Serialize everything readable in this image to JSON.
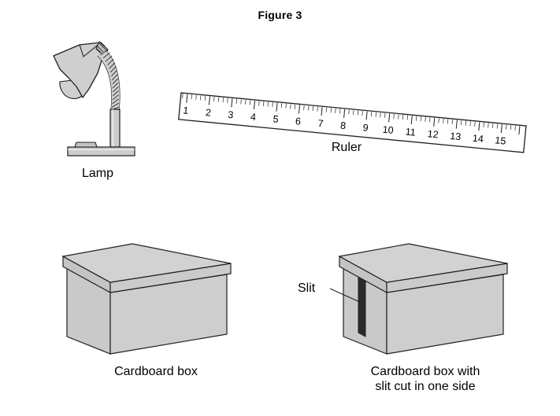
{
  "figure": {
    "title": "Figure 3",
    "background_color": "#ffffff",
    "line_color": "#231f20",
    "fill_light": "#d0d0d0",
    "fill_mid": "#c6c6c6",
    "fill_dark": "#bdbdbd",
    "slit_color": "#2b2b2b"
  },
  "items": {
    "lamp": {
      "label": "Lamp"
    },
    "ruler": {
      "label": "Ruler",
      "unit_numbers": [
        "1",
        "2",
        "3",
        "4",
        "5",
        "6",
        "7",
        "8",
        "9",
        "10",
        "11",
        "12",
        "13",
        "14",
        "15"
      ],
      "major_tick_count": 15,
      "minor_ticks_per_unit": 5
    },
    "box_plain": {
      "label": "Cardboard box"
    },
    "box_slit": {
      "label_line_1": "Cardboard box with",
      "label_line_2": "slit cut in one side",
      "callout_label": "Slit"
    }
  }
}
